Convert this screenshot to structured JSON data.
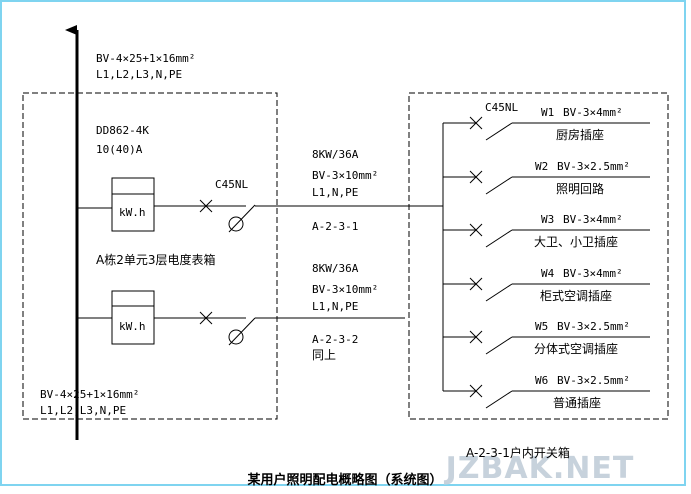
{
  "riser": {
    "top_cable": "BV-4×25+1×16mm²",
    "top_phases": "L1,L2,L3,N,PE",
    "bottom_cable": "BV-4×25+1×16mm²",
    "bottom_phases": "L1,L2,L3,N,PE"
  },
  "meter_box": {
    "meter_model": "DD862-4K",
    "meter_rating": "10(40)A",
    "meter_unit": "kW.h",
    "caption": "A栋2单元3层电度表箱"
  },
  "feeders": [
    {
      "breaker": "C45NL",
      "rating": "8KW/36A",
      "cable": "BV-3×10mm²",
      "phases": "L1,N,PE",
      "label": "A-2-3-1",
      "note": ""
    },
    {
      "breaker": "",
      "rating": "8KW/36A",
      "cable": "BV-3×10mm²",
      "phases": "L1,N,PE",
      "label": "A-2-3-2",
      "note": "同上"
    }
  ],
  "switch_box": {
    "breaker": "C45NL",
    "caption": "A-2-3-1户内开关箱",
    "circuits": [
      {
        "code": "W1",
        "cable": "BV-3×4mm²",
        "name": "厨房插座"
      },
      {
        "code": "W2",
        "cable": "BV-3×2.5mm²",
        "name": "照明回路"
      },
      {
        "code": "W3",
        "cable": "BV-3×4mm²",
        "name": "大卫、小卫插座"
      },
      {
        "code": "W4",
        "cable": "BV-3×4mm²",
        "name": "柜式空调插座"
      },
      {
        "code": "W5",
        "cable": "BV-3×2.5mm²",
        "name": "分体式空调插座"
      },
      {
        "code": "W6",
        "cable": "BV-3×2.5mm²",
        "name": "普通插座"
      }
    ]
  },
  "title": "某用户照明配电概略图（系统图）",
  "watermark": "JZBAK.NET",
  "colors": {
    "frame": "#7fd4f0",
    "watermark": "#c7d2dc"
  }
}
